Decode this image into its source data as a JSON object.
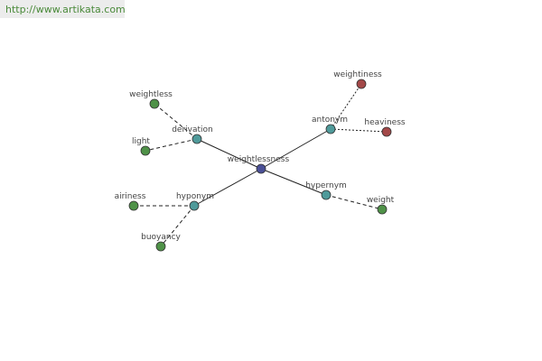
{
  "header": {
    "url": "http://www.artikata.com"
  },
  "colors": {
    "center": "#4a4f96",
    "relation": "#4f9a9a",
    "green": "#4f9248",
    "red": "#a34848",
    "node_stroke": "#333333",
    "edge": "#222222"
  },
  "graph": {
    "center": {
      "id": "center",
      "label": "weightlessness"
    },
    "relations": [
      {
        "id": "derivation",
        "label": "derivation"
      },
      {
        "id": "antonym",
        "label": "antonym"
      },
      {
        "id": "hyponym",
        "label": "hyponym"
      },
      {
        "id": "hypernym",
        "label": "hypernym"
      }
    ],
    "leaves": [
      {
        "id": "weightless",
        "label": "weightless",
        "parent": "derivation",
        "color": "green"
      },
      {
        "id": "light",
        "label": "light",
        "parent": "derivation",
        "color": "green"
      },
      {
        "id": "weightiness",
        "label": "weightiness",
        "parent": "antonym",
        "color": "red"
      },
      {
        "id": "heaviness",
        "label": "heaviness",
        "parent": "antonym",
        "color": "red"
      },
      {
        "id": "airiness",
        "label": "airiness",
        "parent": "hyponym",
        "color": "green"
      },
      {
        "id": "buoyancy",
        "label": "buoyancy",
        "parent": "hyponym",
        "color": "green"
      },
      {
        "id": "weight",
        "label": "weight",
        "parent": "hypernym",
        "color": "green"
      }
    ]
  }
}
